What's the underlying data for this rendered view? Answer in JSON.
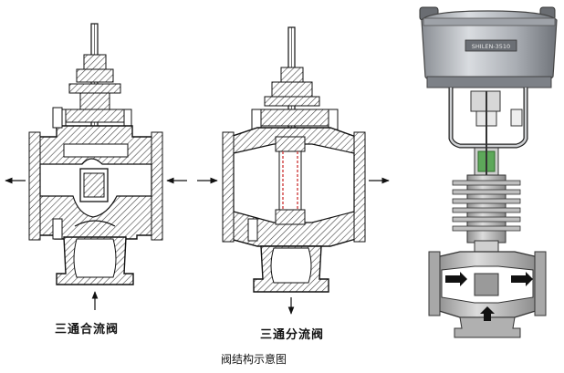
{
  "captions": {
    "mixing_valve": "三通合流阀",
    "diverting_valve": "三通分流阀",
    "figure_title": "阀结构示意图"
  },
  "actuator": {
    "nameplate": "SHILEN-3510"
  },
  "colors": {
    "line": "#111111",
    "hatch": "#555555",
    "cavity": "#ffffff",
    "body_gray": "#c8c8c8",
    "actuator_gray": "#b5b8bd",
    "watermark": "#e8a0a0"
  }
}
